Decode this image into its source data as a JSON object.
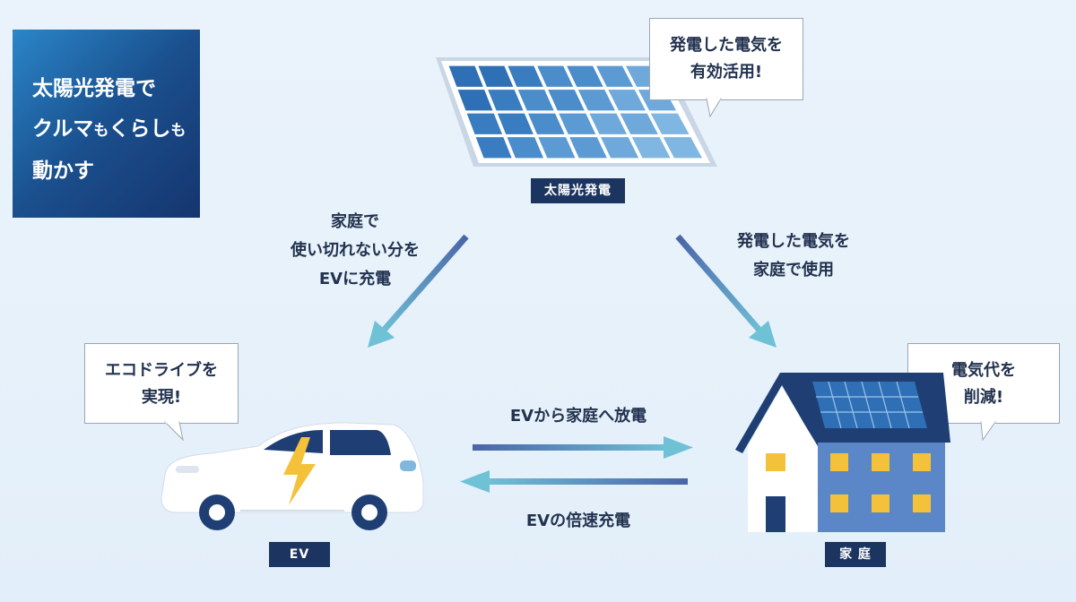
{
  "title": {
    "line1": "太陽光発電で",
    "line2_a": "クルマ",
    "line2_b": "も",
    "line2_c": "くらし",
    "line2_d": "も",
    "line3": "動かす"
  },
  "nodes": {
    "solar_label": "太陽光発電",
    "ev_label": "EV",
    "home_label": "家 庭"
  },
  "bubbles": {
    "solar": {
      "line1": "発電した電気を",
      "line2": "有効活用!"
    },
    "ev": {
      "line1": "エコドライブを",
      "line2": "実現!"
    },
    "home": {
      "line1": "電気代を",
      "line2": "削減!"
    }
  },
  "flows": {
    "solar_to_ev": {
      "line1": "家庭で",
      "line2": "使い切れない分を",
      "line3": "EVに充電"
    },
    "solar_to_home": {
      "line1": "発電した電気を",
      "line2": "家庭で使用"
    },
    "ev_to_home": "EVから家庭へ放電",
    "home_to_ev": "EVの倍速充電"
  },
  "colors": {
    "navy": "#1c3560",
    "panel_blue": "#2f6fb5",
    "arrow_start": "#4a64a8",
    "arrow_end": "#6fc1d6",
    "window_yellow": "#f4c542"
  }
}
